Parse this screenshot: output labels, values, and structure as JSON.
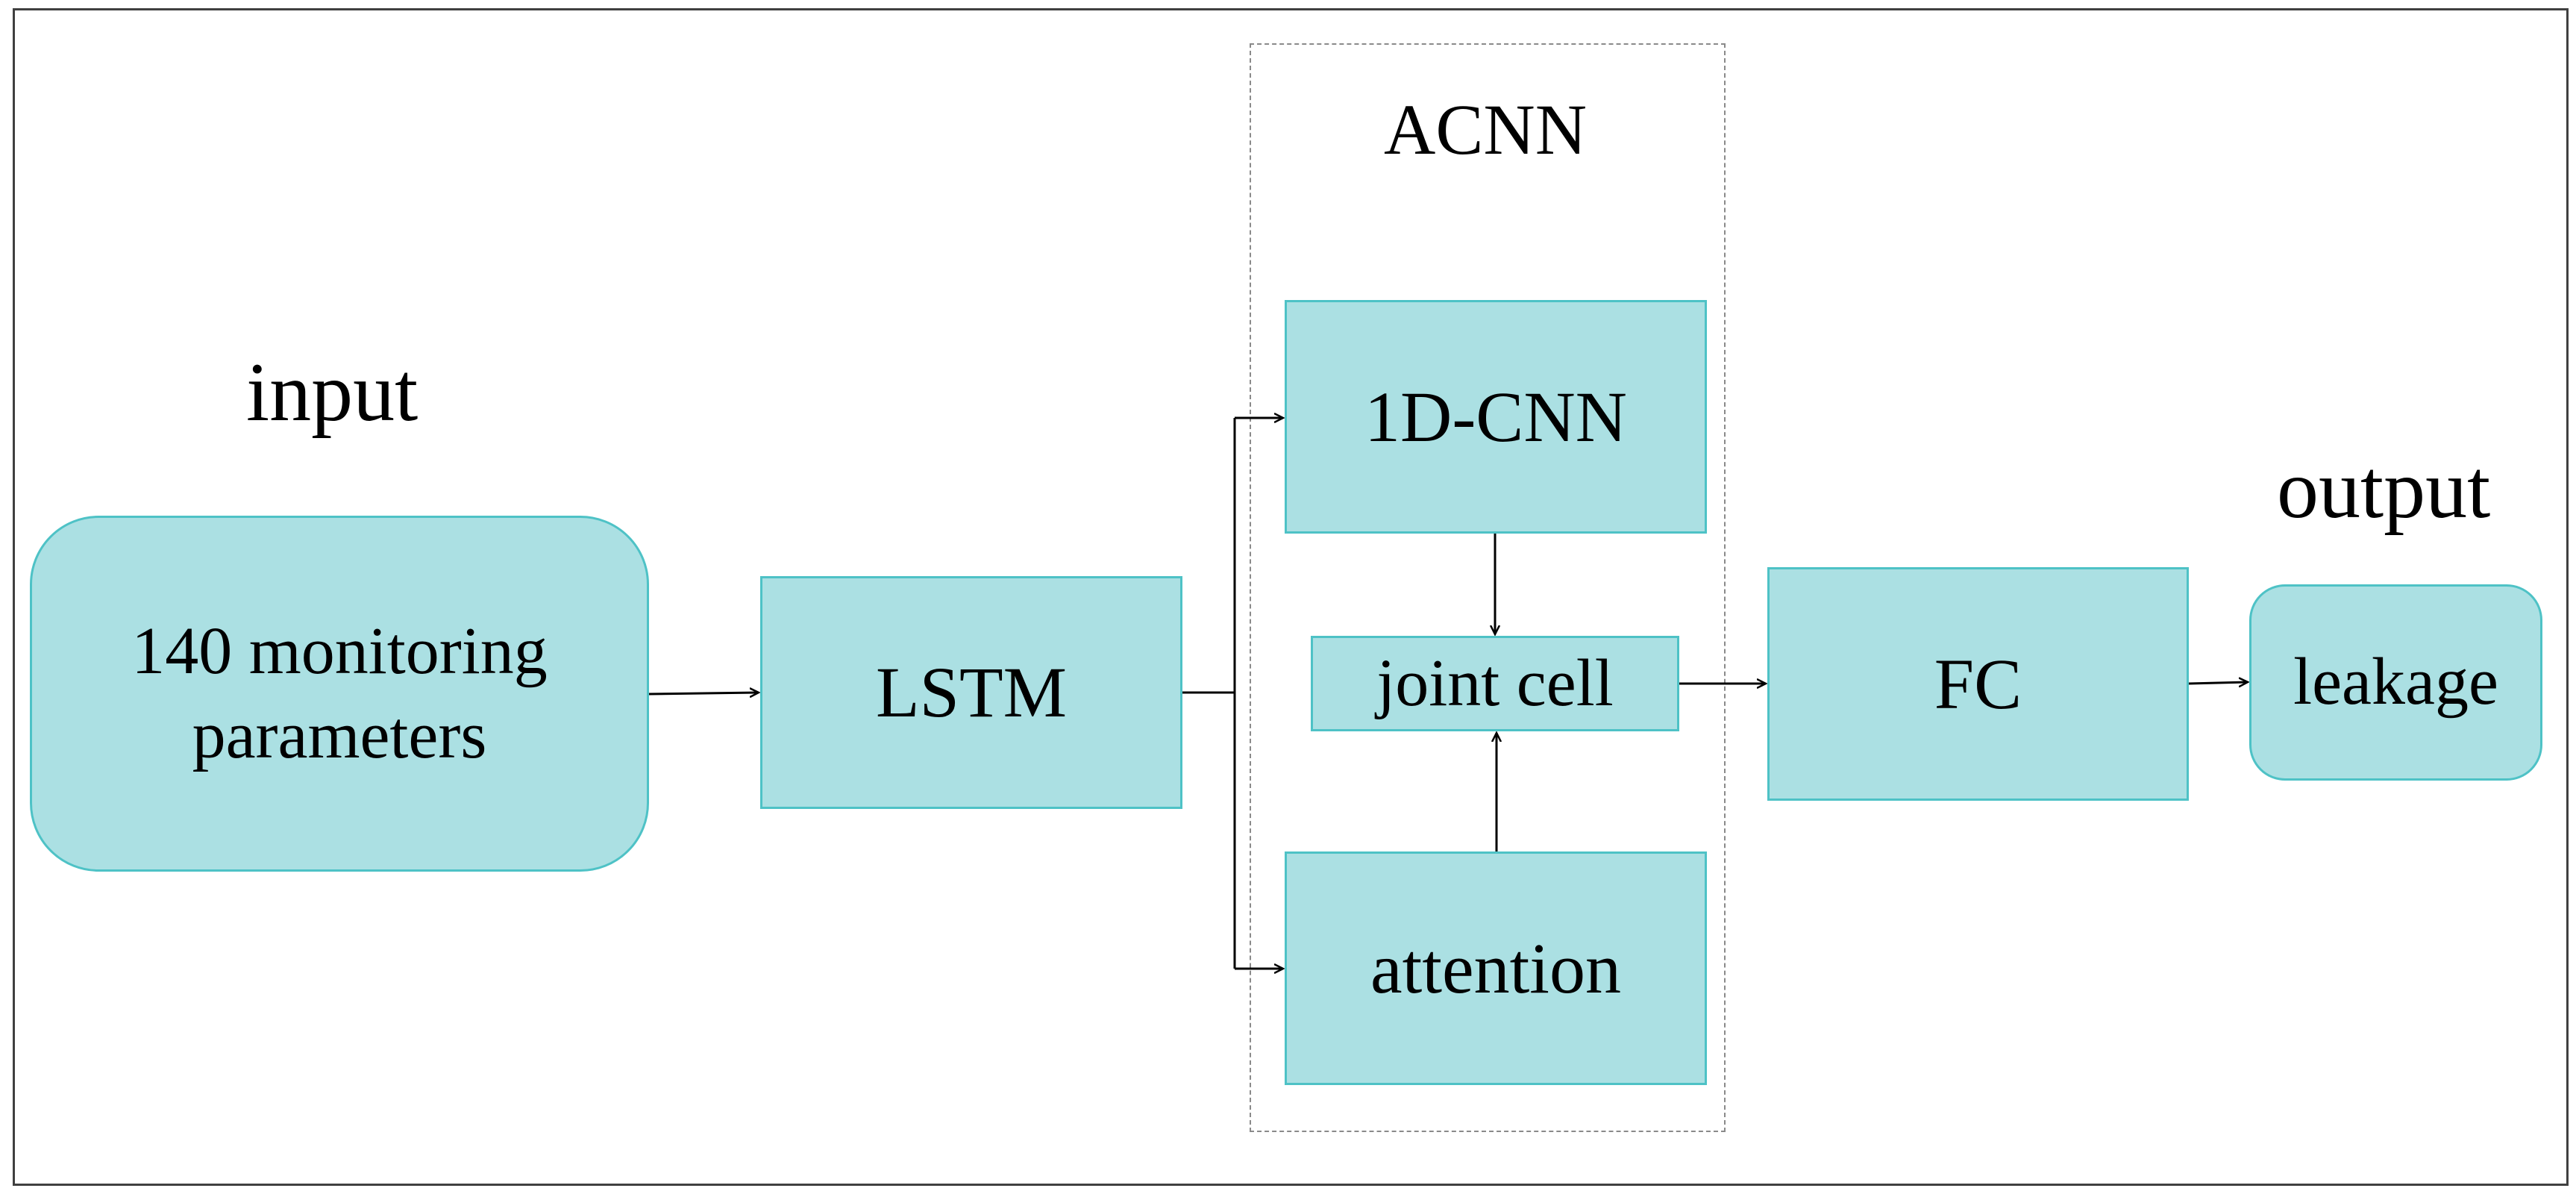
{
  "diagram": {
    "group_title": "ACNN",
    "input_label": "input",
    "output_label": "output",
    "nodes": {
      "monitoring": "140  monitoring parameters",
      "lstm": "LSTM",
      "cnn": "1D-CNN",
      "joint_cell": "joint cell",
      "attention": "attention",
      "fc": "FC",
      "leakage": "leakage"
    },
    "colors": {
      "node_fill": "#abe0e3",
      "node_border": "#4ec2c6",
      "arrow": "#000000"
    }
  }
}
